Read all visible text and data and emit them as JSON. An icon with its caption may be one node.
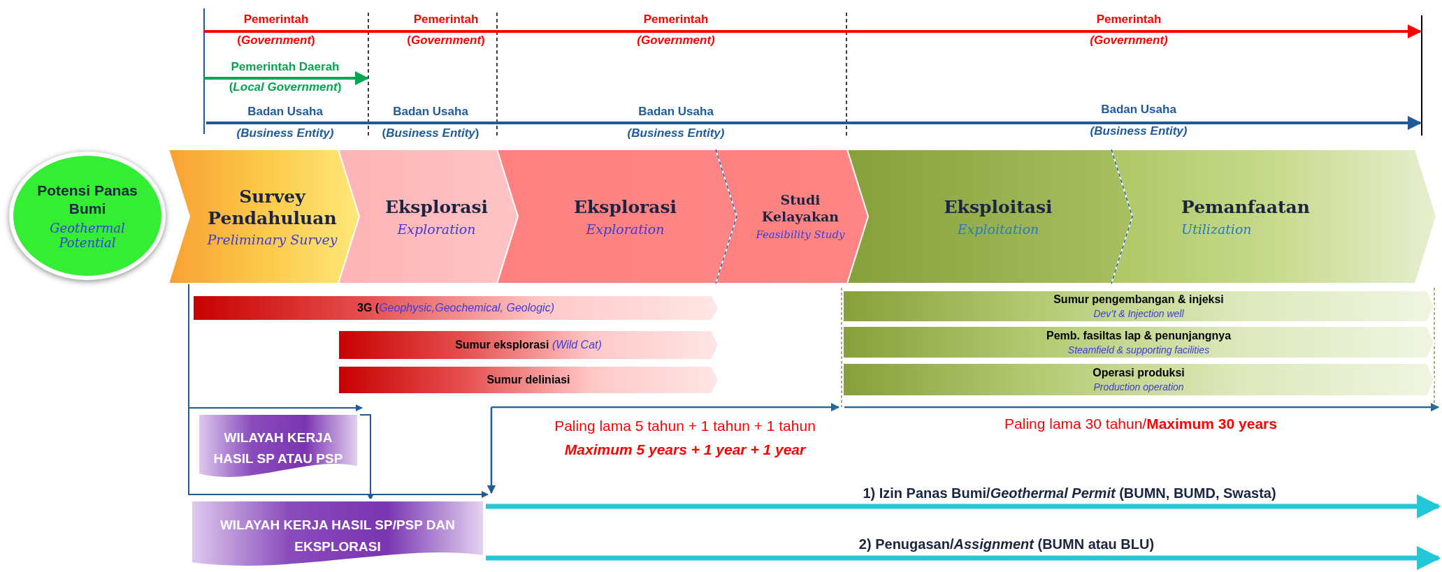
{
  "diagram": {
    "nodes": [
      {
        "text": [
          "Potensi Panas Bumi",
          "Geothermal Potential"
        ]
      },
      {
        "text": [
          "Survey Pendahuluan",
          "Preliminary Survey"
        ]
      },
      {
        "text": [
          "Eksplorasi",
          "Exploration"
        ]
      },
      {
        "text": [
          "Eksplorasi",
          "Exploration"
        ]
      },
      {
        "text": [
          "Studi Kelayakan",
          "Feasibility Study"
        ]
      },
      {
        "text": [
          "Eksploitasi",
          "Exploitation"
        ]
      },
      {
        "text": [
          "Pemanfaatan",
          "Utilization"
        ]
      },
      {
        "text": [
          "3G (*Geophysic,Geochemical, Geologic)*"
        ]
      },
      {
        "text": [
          "Sumur eksplorasi *(Wild Cat)*"
        ]
      },
      {
        "text": [
          "Sumur deliniasi"
        ]
      },
      {
        "text": [
          "Sumur pengembangan & injeksi",
          "Dev’t & Injection well"
        ]
      },
      {
        "text": [
          "Pemb. fasiltas lap & penunjangnya",
          "Steamfield & supporting facilities"
        ]
      },
      {
        "text": [
          "Operasi produksi",
          "Production operation"
        ]
      },
      {
        "text": [
          "WILAYAH KERJA HASIL SP ATAU PSP"
        ]
      },
      {
        "text": [
          "WILAYAH KERJA HASIL SP/PSP DAN EKSPLORASI"
        ]
      }
    ],
    "edges": [
      {
        "from": 1,
        "to": 13,
        "arrow": "to"
      },
      {
        "from": 13,
        "to": 14,
        "arrow": "to"
      },
      {
        "from": 1,
        "to": 14,
        "arrow": "to"
      },
      {
        "from": 14,
        "to": null,
        "arrow": "to",
        "label": "1) Izin Panas Bumi/*Geothermal Permit* (BUMN, BUMD, Swasta)",
        "style": "thick",
        "color": "#22c8d8"
      },
      {
        "from": 14,
        "to": null,
        "arrow": "to",
        "label": "2) Penugasan/*Assignment* (BUMN atau BLU)",
        "style": "thick",
        "color": "#22c8d8"
      }
    ],
    "labels": [
      "Pemerintah",
      "Pemerintah",
      "Pemerintah",
      "Pemerintah",
      "(*Government*)",
      "(*Government*)",
      "(Government)",
      "(Government)",
      "Pemerintah Daerah",
      "(*Local Government*)",
      "Badan Usaha",
      "Badan Usaha",
      "Badan Usaha",
      "Badan Usaha",
      "(Business Entity)",
      "(*Business Entity*)",
      "(Business Entity)",
      "(Business Entity)",
      "Paling lama 5 tahun + 1 tahun + 1 tahun",
      "Maximum 5 years + 1 year + 1 year",
      "Paling lama 30 tahun/**Maximum 30 years**"
    ]
  }
}
